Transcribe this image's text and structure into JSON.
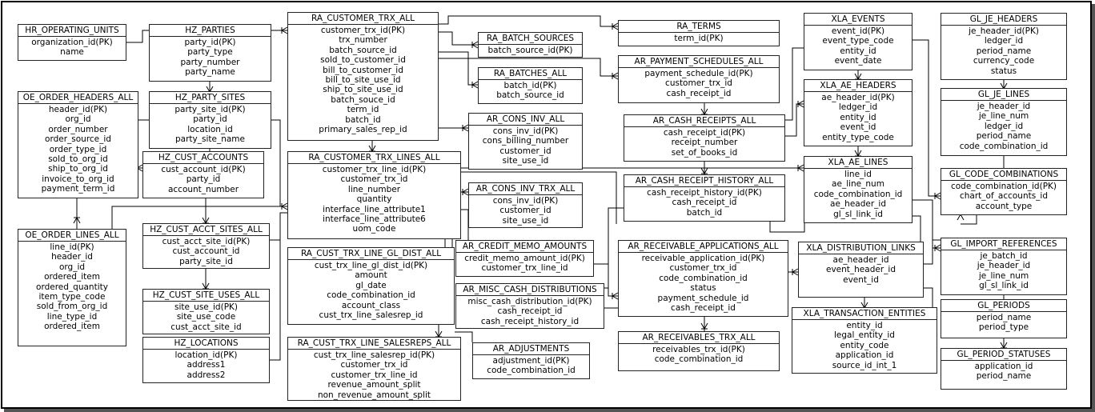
{
  "diagram": {
    "entities": [
      {
        "id": "hr_operating_units",
        "title": "HR_OPERATING_UNITS",
        "columns": [
          "organization_id(PK)",
          "name"
        ]
      },
      {
        "id": "hz_parties",
        "title": "HZ_PARTIES",
        "columns": [
          "party_id(PK)",
          "party_type",
          "party_number",
          "party_name"
        ]
      },
      {
        "id": "ra_customer_trx_all",
        "title": "RA_CUSTOMER_TRX_ALL",
        "columns": [
          "customer_trx_id(PK)",
          "trx_number",
          "batch_source_id",
          "sold_to_customer_id",
          "bill_to_customer_id",
          "bill_to_site_use_id",
          "ship_to_site_use_id",
          "batch_souce_id",
          "term_id",
          "batch_id",
          "primary_sales_rep_id"
        ]
      },
      {
        "id": "ra_batch_sources",
        "title": "RA_BATCH_SOURCES",
        "columns": [
          "batch_source_id(PK)"
        ]
      },
      {
        "id": "ra_batches_all",
        "title": "RA_BATCHES_ALL",
        "columns": [
          "batch_id(PK)",
          "batch_source_id"
        ]
      },
      {
        "id": "ra_terms",
        "title": "RA_TERMS",
        "columns": [
          "term_id(PK)"
        ]
      },
      {
        "id": "ar_payment_schedules_all",
        "title": "AR_PAYMENT_SCHEDULES_ALL",
        "columns": [
          "payment_schedule_id(PK)",
          "customer_trx_id",
          "cash_receipt_id"
        ]
      },
      {
        "id": "xla_events",
        "title": "XLA_EVENTS",
        "columns": [
          "event_id(PK)",
          "event_type_code",
          "entity_id",
          "event_date"
        ]
      },
      {
        "id": "gl_je_headers",
        "title": "GL_JE_HEADERS",
        "columns": [
          "je_header_id(PK)",
          "ledger_id",
          "period_name",
          "currency_code",
          "status"
        ]
      },
      {
        "id": "oe_order_headers_all",
        "title": "OE_ORDER_HEADERS_ALL",
        "columns": [
          "header_id(PK)",
          "org_id",
          "order_number",
          "order_source_id",
          "order_type_id",
          "sold_to_org_id",
          "ship_to_org_id",
          "invoice_to_org_id",
          "payment_term_id"
        ]
      },
      {
        "id": "hz_party_sites",
        "title": "HZ_PARTY_SITES",
        "columns": [
          "party_site_id(PK)",
          "party_id",
          "location_id",
          "party_site_name"
        ]
      },
      {
        "id": "xla_ae_headers",
        "title": "XLA_AE_HEADERS",
        "columns": [
          "ae_header_id(PK)",
          "ledger_id",
          "entity_id",
          "event_id",
          "entity_type_code"
        ]
      },
      {
        "id": "gl_je_lines",
        "title": "GL_JE_LINES",
        "columns": [
          "je_header_id",
          "je_line_num",
          "ledger_id",
          "period_name",
          "code_combination_id"
        ]
      },
      {
        "id": "ar_cons_inv_all",
        "title": "AR_CONS_INV_ALL",
        "columns": [
          "cons_inv_id(PK)",
          "cons_billing_number",
          "customer_id",
          "site_use_id"
        ]
      },
      {
        "id": "ar_cash_receipts_all",
        "title": "AR_CASH_RECEIPTS_ALL",
        "columns": [
          "cash_receipt_id(PK)",
          "receipt_number",
          "set_of_books_id"
        ]
      },
      {
        "id": "hz_cust_accounts",
        "title": "HZ_CUST_ACCOUNTS",
        "columns": [
          "cust_account_id(PK)",
          "party_id",
          "account_number"
        ]
      },
      {
        "id": "ra_customer_trx_lines_all",
        "title": "RA_CUSTOMER_TRX_LINES_ALL",
        "columns": [
          "customer_trx_line_id(PK)",
          "customer_trx_id",
          "line_number",
          "quantity",
          "interface_line_attribute1",
          "interface_line_attribute6",
          "uom_code"
        ]
      },
      {
        "id": "xla_ae_lines",
        "title": "XLA_AE_LINES",
        "columns": [
          "line_id",
          "ae_line_num",
          "code_combination_id",
          "ae_header_id",
          "gl_sl_link_id"
        ]
      },
      {
        "id": "gl_code_combinations",
        "title": "GL_CODE_COMBINATIONS",
        "columns": [
          "code_combination_id(PK)",
          "chart_of_accounts_id",
          "account_type"
        ]
      },
      {
        "id": "ar_cash_receipt_history_all",
        "title": "AR_CASH_RECEIPT_HISTORY_ALL",
        "columns": [
          "cash_receipt_history_id(PK)",
          "cash_receipt_id",
          "batch_id"
        ]
      },
      {
        "id": "ar_cons_inv_trx_all",
        "title": "AR_CONS_INV_TRX_ALL",
        "columns": [
          "cons_inv_id(PK)",
          "customer_id",
          "site_use_id"
        ]
      },
      {
        "id": "hz_cust_acct_sites_all",
        "title": "HZ_CUST_ACCT_SITES_ALL",
        "columns": [
          "cust_acct_site_id(PK)",
          "cust_account_id",
          "party_site_id"
        ]
      },
      {
        "id": "oe_order_lines_all",
        "title": "OE_ORDER_LINES_ALL",
        "columns": [
          "line_id(PK)",
          "header_id",
          "org_id",
          "ordered_item",
          "ordered_quantity",
          "item_type_code",
          "sold_from_org_id",
          "line_type_id",
          "ordered_item"
        ]
      },
      {
        "id": "ar_credit_memo_amounts",
        "title": "AR_CREDIT_MEMO_AMOUNTS",
        "columns": [
          "credit_memo_amount_id(PK)",
          "customer_trx_line_id"
        ]
      },
      {
        "id": "ar_receivable_applications_all",
        "title": "AR_RECEIVABLE_APPLICATIONS_ALL",
        "columns": [
          "receivable_application_id(PK)",
          "customer_trx_id",
          "code_combination_id",
          "status",
          "payment_schedule_id",
          "cash_receipt_id"
        ]
      },
      {
        "id": "xla_distribution_links",
        "title": "XLA_DISTRIBUTION_LINKS",
        "columns": [
          "ae_header_id",
          "event_header_id",
          "event_id"
        ]
      },
      {
        "id": "gl_import_references",
        "title": "GL_IMPORT_REFERENCES",
        "columns": [
          "je_batch_id",
          "je_header_id",
          "je_line_num",
          "gl_sl_link_id"
        ]
      },
      {
        "id": "ra_cust_trx_line_gl_dist_all",
        "title": "RA_CUST_TRX_LINE_GL_DIST_ALL",
        "columns": [
          "cust_trx_line_gl_dist_id(PK)",
          "amount",
          "gl_date",
          "code_combination_id",
          "account_class",
          "cust_trx_line_salesrep_id"
        ]
      },
      {
        "id": "ar_misc_cash_distributions",
        "title": "AR_MISC_CASH_DISTRIBUTIONS",
        "columns": [
          "misc_cash_distribution_id(PK)",
          "cash_receipt_id",
          "cash_receipt_history_id"
        ]
      },
      {
        "id": "hz_cust_site_uses_all",
        "title": "HZ_CUST_SITE_USES_ALL",
        "columns": [
          "site_use_id(PK)",
          "site_use_code",
          "cust_acct_site_id"
        ]
      },
      {
        "id": "gl_periods",
        "title": "GL_PERIODS",
        "columns": [
          "period_name",
          "period_type"
        ]
      },
      {
        "id": "xla_transaction_entities",
        "title": "XLA_TRANSACTION_ENTITIES",
        "columns": [
          "entity_id",
          "legal_entity_id",
          "entity_code",
          "application_id",
          "source_id_int_1"
        ]
      },
      {
        "id": "ar_receivables_trx_all",
        "title": "AR_RECEIVABLES_TRX_ALL",
        "columns": [
          "receivables_trx_id(PK)",
          "code_combination_id"
        ]
      },
      {
        "id": "hz_locations",
        "title": "HZ_LOCATIONS",
        "columns": [
          "location_id(PK)",
          "address1",
          "address2"
        ]
      },
      {
        "id": "ra_cust_trx_line_salesreps_all",
        "title": "RA_CUST_TRX_LINE_SALESREPS_ALL",
        "columns": [
          "cust_trx_line_salesrep_id(PK)",
          "customer_trx_id",
          "customer_trx_line_id",
          "revenue_amount_split",
          "non_revenue_amount_split"
        ]
      },
      {
        "id": "ar_adjustments",
        "title": "AR_ADJUSTMENTS",
        "columns": [
          "adjustment_id(PK)",
          "code_combination_id"
        ]
      },
      {
        "id": "gl_period_statuses",
        "title": "GL_PERIOD_STATUSES",
        "columns": [
          "application_id",
          "period_name"
        ]
      }
    ]
  }
}
